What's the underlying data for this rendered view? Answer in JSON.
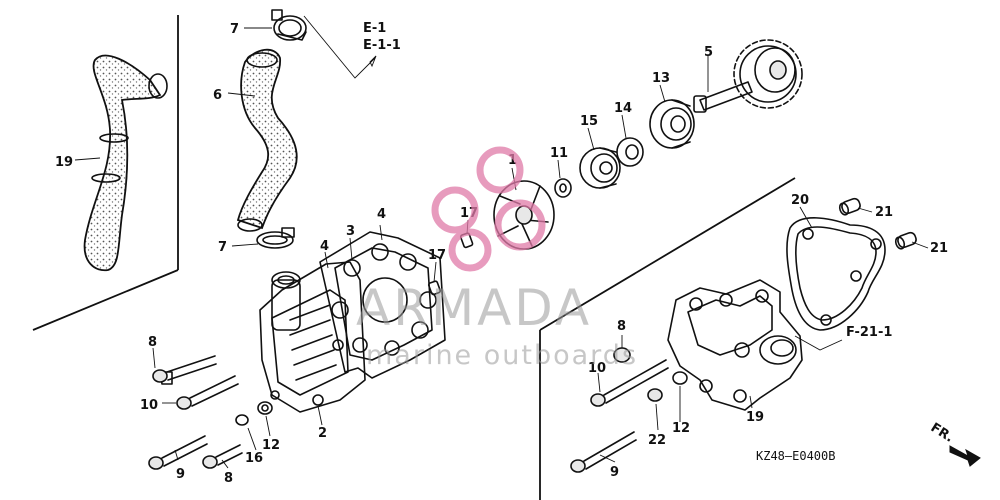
{
  "callouts": {
    "c1": "1",
    "c2": "2",
    "c3": "3",
    "c4a": "4",
    "c4b": "4",
    "c5": "5",
    "c6": "6",
    "c7a": "7",
    "c7b": "7",
    "c8a": "8",
    "c8b": "8",
    "c8c": "8",
    "c9a": "9",
    "c9b": "9",
    "c10a": "10",
    "c10b": "10",
    "c11": "11",
    "c12a": "12",
    "c12b": "12",
    "c13": "13",
    "c14": "14",
    "c15": "15",
    "c16": "16",
    "c17a": "17",
    "c17b": "17",
    "c19a": "19",
    "c19b": "19",
    "c20": "20",
    "c21a": "21",
    "c21b": "21",
    "c22": "22"
  },
  "references": {
    "top_line1": "E-1",
    "top_line2": "E-1-1",
    "right_ref": "F-21-1",
    "front_marker": "FR."
  },
  "diagram_code": "KZ48—E0400B",
  "watermark": {
    "brand": "ARMADA",
    "tagline": "marine outboards",
    "logo_color": "#e07aa8"
  }
}
